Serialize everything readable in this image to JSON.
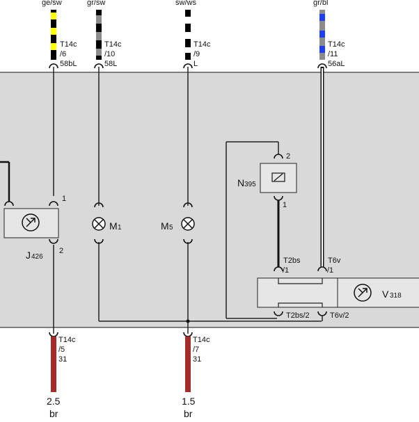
{
  "wires_top": [
    {
      "color": "ge/sw",
      "pin": "T14c",
      "pin_no": "/6",
      "terminal": "58bL"
    },
    {
      "color": "gr/sw",
      "pin": "T14c",
      "pin_no": "/10",
      "terminal": "58L"
    },
    {
      "color": "sw/ws",
      "pin": "T14c",
      "pin_no": "/9",
      "terminal": "L"
    },
    {
      "color": "gr/bl",
      "pin": "T14c",
      "pin_no": "/11",
      "terminal": "56aL"
    }
  ],
  "wires_bottom": [
    {
      "pin": "T14c",
      "pin_no": "/5",
      "terminal": "31",
      "gauge": "2.5",
      "color": "br"
    },
    {
      "pin": "T14c",
      "pin_no": "/7",
      "terminal": "31",
      "gauge": "1.5",
      "color": "br"
    }
  ],
  "components": {
    "j426": {
      "letter": "J",
      "sub": "426",
      "pin_top": "1",
      "pin_bottom": "2"
    },
    "m1": {
      "letter": "M",
      "sub": "1"
    },
    "m5": {
      "letter": "M",
      "sub": "5"
    },
    "n395": {
      "letter": "N",
      "sub": "395",
      "pin_top": "2",
      "pin_bottom": "1"
    },
    "v318": {
      "letter": "V",
      "sub": "318"
    }
  },
  "connectors": {
    "t2bs_top": "T2bs",
    "t2bs_top_pin": "/1",
    "t6v_top": "T6v",
    "t6v_top_pin": "/1",
    "t2bs_bottom": "T2bs/2",
    "t6v_bottom": "T6v/2"
  },
  "colors": {
    "panel": "#d9d9d9",
    "yellow": "#ffff00",
    "gray": "#8c8c8c",
    "blue": "#1f3fff",
    "brown": "#a52a2a",
    "black": "#000000",
    "white": "#ffffff"
  }
}
